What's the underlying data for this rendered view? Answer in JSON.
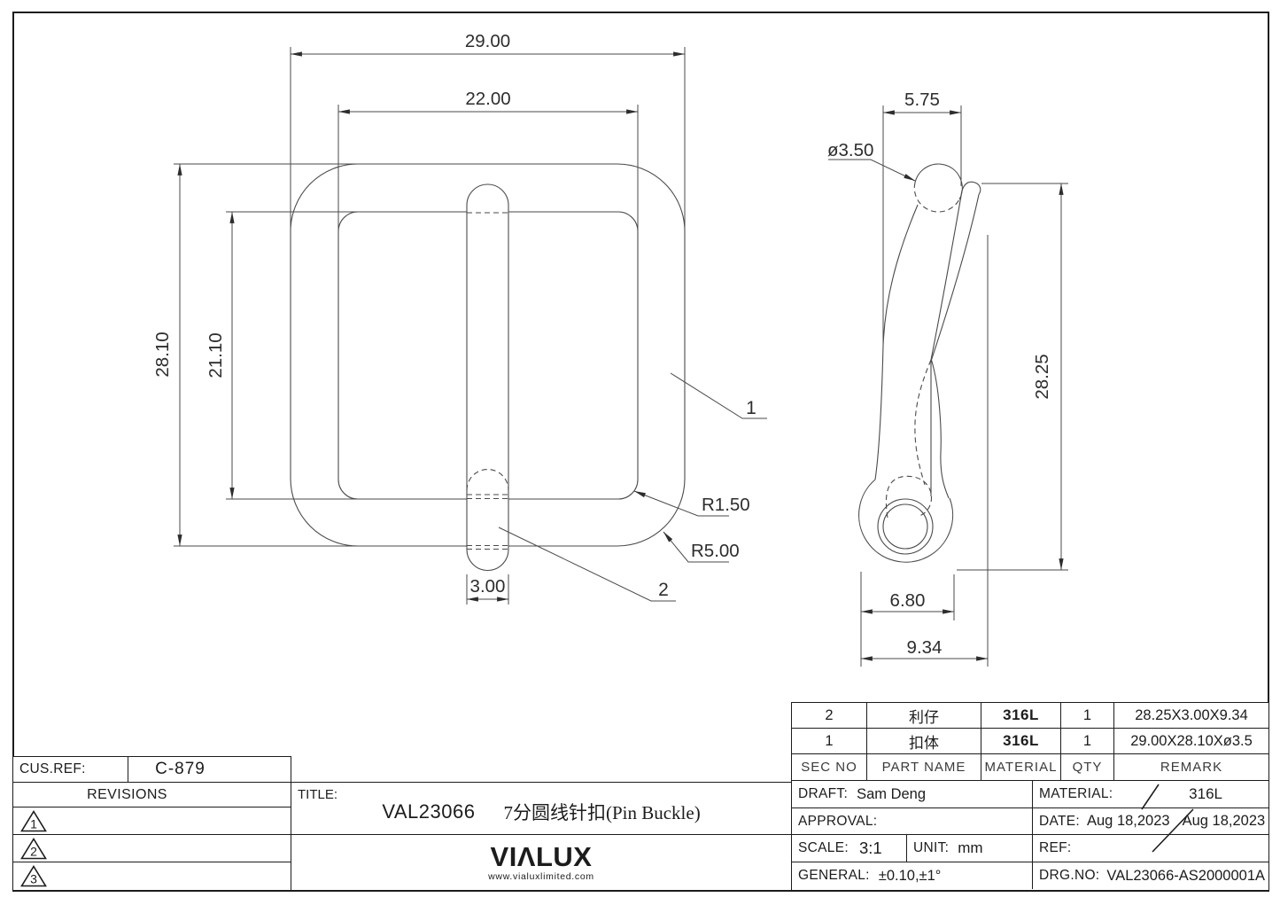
{
  "front_view": {
    "dim_width_outer": "29.00",
    "dim_width_inner": "22.00",
    "dim_height_outer": "28.10",
    "dim_height_inner": "21.10",
    "dim_pin_width": "3.00",
    "radius_inner": "R1.50",
    "radius_outer": "R5.00",
    "balloon_frame": "1",
    "balloon_pin": "2"
  },
  "side_view": {
    "dim_top_width": "5.75",
    "dim_wire_dia": "ø3.50",
    "dim_height": "28.25",
    "dim_hook_width": "6.80",
    "dim_total_depth": "9.34"
  },
  "parts_table": {
    "headers": [
      "SEC NO",
      "PART NAME",
      "MATERIAL",
      "QTY",
      "REMARK"
    ],
    "rows": [
      {
        "sec_no": "2",
        "part_name": "利仔",
        "material": "316L",
        "qty": "1",
        "remark": "28.25X3.00X9.34"
      },
      {
        "sec_no": "1",
        "part_name": "扣体",
        "material": "316L",
        "qty": "1",
        "remark": "29.00X28.10Xø3.5"
      }
    ]
  },
  "cus_ref": {
    "label": "CUS.REF:",
    "value": "C-879"
  },
  "revisions": {
    "header": "REVISIONS",
    "marks": [
      "1",
      "2",
      "3"
    ]
  },
  "title_block": {
    "title_label": "TITLE:",
    "title_code": "VAL23066",
    "title_name": "7分圆线针扣(Pin Buckle)",
    "draft_label": "DRAFT:",
    "draft_value": "Sam Deng",
    "approval_label": "APPROVAL:",
    "scale_label": "SCALE:",
    "scale_value": "3:1",
    "unit_label": "UNIT:",
    "unit_value": "mm",
    "general_label": "GENERAL:",
    "general_value": "±0.10,±1°",
    "material_label": "MATERIAL:",
    "material_value": "316L",
    "date_label": "DATE:",
    "date_value_1": "Aug 18,2023",
    "date_value_2": "Aug 18,2023",
    "ref_label": "REF:",
    "drg_no_label": "DRG.NO:",
    "drg_no_value": "VAL23066-AS2000001A"
  },
  "logo": {
    "text": "VIΛLUX",
    "url": "www.vialuxlimited.com"
  },
  "colors": {
    "line": "#4a4a4a",
    "text": "#2d2d2d",
    "border": "#1c1c1c"
  }
}
